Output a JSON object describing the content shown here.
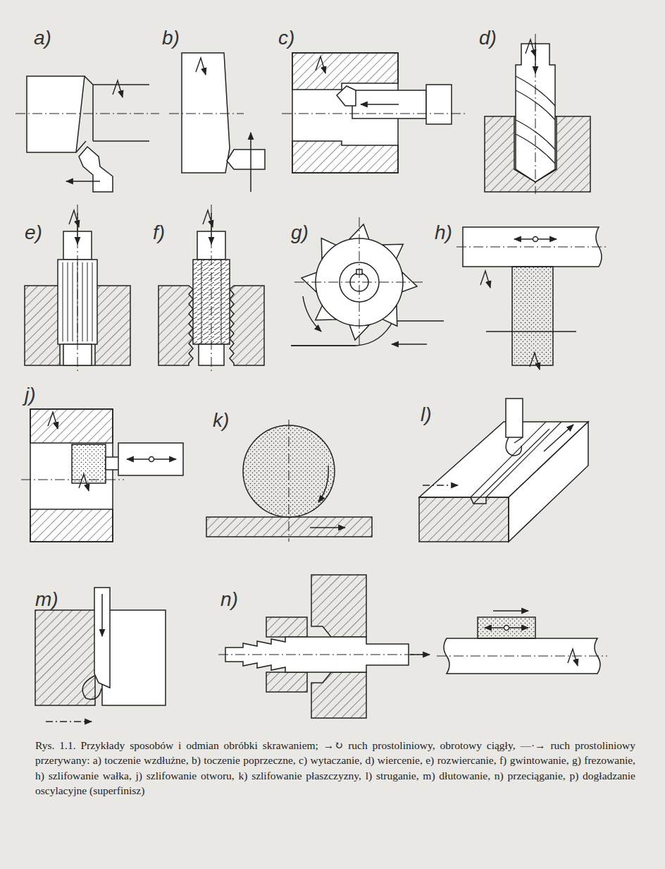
{
  "diagram": {
    "caption": "Rys. 1.1. Przykłady sposobów i odmian obróbki skrawaniem; →↻ ruch prostoliniowy, obrotowy ciągły, —·→ ruch prostoliniowy przerywany: a) toczenie wzdłużne, b) toczenie poprzeczne, c) wytaczanie, d) wiercenie, e) rozwiercanie, f) gwintowanie, g) frezowanie, h) szlifowanie wałka, j) szlifowanie otworu, k) szlifowanie płaszczyzny, l) struganie, m) dłutowanie, n) przeciąganie, p) dogładzanie oscylacyjne (superfinisz)",
    "labels": [
      "a)",
      "b)",
      "c)",
      "d)",
      "e)",
      "f)",
      "g)",
      "h)",
      "j)",
      "k)",
      "l)",
      "m)",
      "n)"
    ]
  }
}
